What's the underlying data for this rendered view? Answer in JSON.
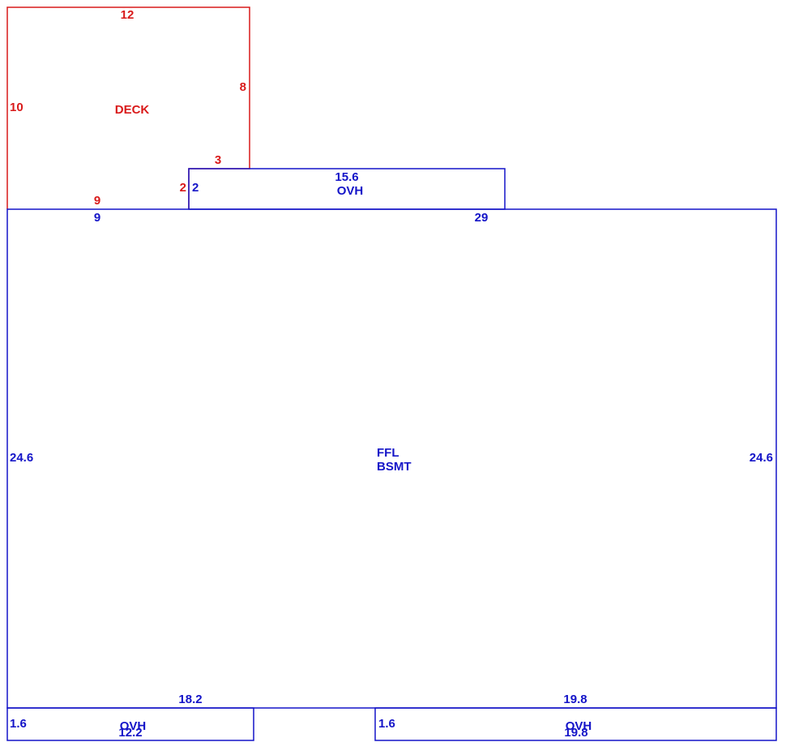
{
  "colors": {
    "deck": "#d91a1a",
    "house": "#1414c8",
    "background": "#ffffff"
  },
  "deck": {
    "name": "DECK",
    "dims": {
      "top": "12",
      "left": "10",
      "right": "8",
      "step_top": "3",
      "step_side": "2",
      "bottom": "9"
    }
  },
  "top_overhang": {
    "name": "OVH",
    "dims": {
      "top": "15.6",
      "side": "2"
    }
  },
  "main": {
    "name_line1": "FFL",
    "name_line2": "BSMT",
    "dims": {
      "top_left": "9",
      "top_right": "29",
      "left": "24.6",
      "right": "24.6",
      "bottom_left": "18.2",
      "bottom_right": "19.8"
    }
  },
  "bottom_left_overhang": {
    "name": "OVH",
    "dims": {
      "side": "1.6",
      "bottom": "12.2"
    }
  },
  "bottom_right_overhang": {
    "name": "OVH",
    "dims": {
      "side": "1.6",
      "bottom": "19.8"
    }
  }
}
